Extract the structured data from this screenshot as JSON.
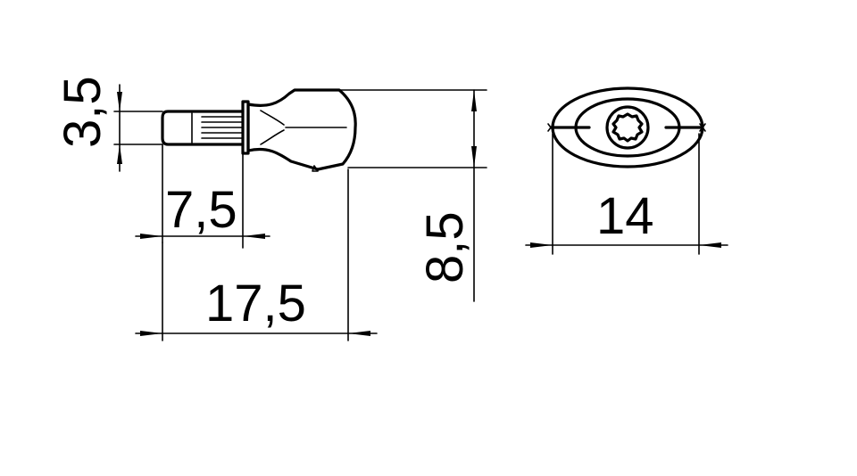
{
  "drawing": {
    "dimensions": {
      "stem_diameter": "3,5",
      "stem_length": "7,5",
      "overall_length": "17,5",
      "head_height": "8,5",
      "flange_width": "14"
    }
  }
}
